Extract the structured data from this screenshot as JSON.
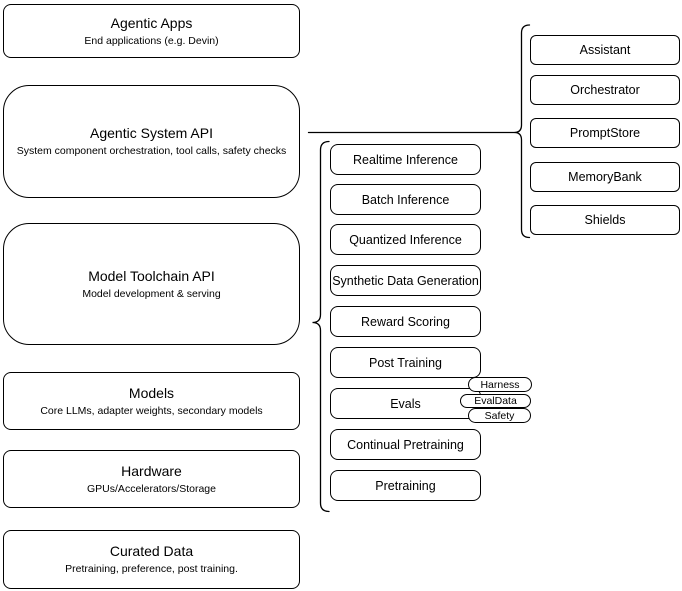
{
  "layers": [
    {
      "title": "Agentic Apps",
      "subtitle": "End applications (e.g. Devin)"
    },
    {
      "title": "Agentic System API",
      "subtitle": "System component orchestration, tool calls, safety checks"
    },
    {
      "title": "Model Toolchain API",
      "subtitle": "Model development & serving"
    },
    {
      "title": "Models",
      "subtitle": "Core LLMs, adapter weights, secondary models"
    },
    {
      "title": "Hardware",
      "subtitle": "GPUs/Accelerators/Storage"
    },
    {
      "title": "Curated Data",
      "subtitle": "Pretraining, preference, post training."
    }
  ],
  "toolchain_items": [
    "Realtime Inference",
    "Batch Inference",
    "Quantized Inference",
    "Synthetic Data Generation",
    "Reward Scoring",
    "Post Training",
    "Evals",
    "Continual Pretraining",
    "Pretraining"
  ],
  "evals_tags": [
    "Harness",
    "EvalData",
    "Safety"
  ],
  "system_components": [
    "Assistant",
    "Orchestrator",
    "PromptStore",
    "MemoryBank",
    "Shields"
  ],
  "colors": {
    "stroke": "#000000",
    "fill": "#ffffff",
    "text": "#000000"
  }
}
